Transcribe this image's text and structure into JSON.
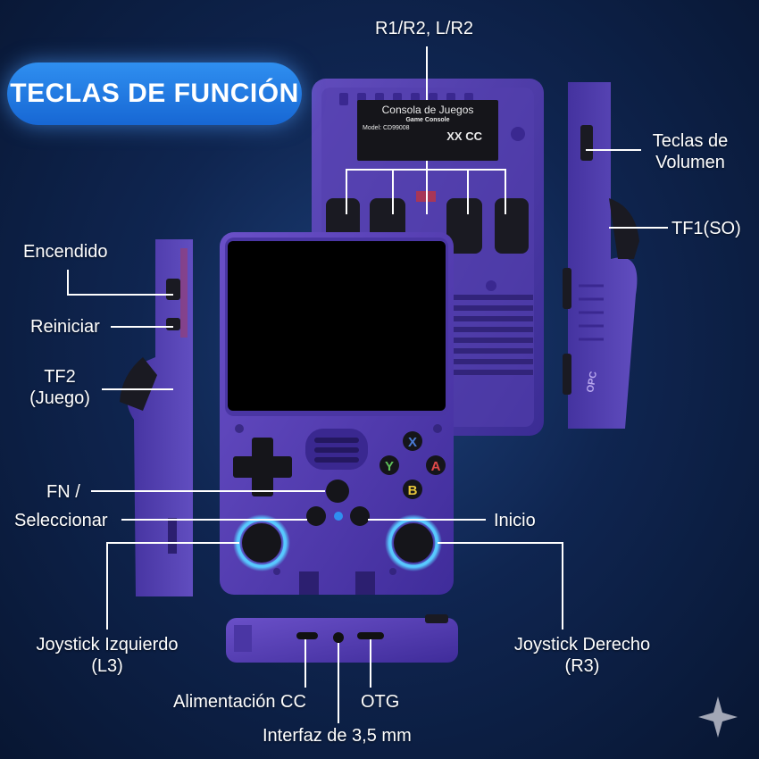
{
  "banner": {
    "title": "TECLAS DE FUNCIÓN"
  },
  "labels": {
    "top_triggers": "R1/R2, L/R2",
    "volume_line1": "Teclas de",
    "volume_line2": "Volumen",
    "tf1": "TF1(SO)",
    "power": "Encendido",
    "reset": "Reiniciar",
    "tf2_line1": "TF2",
    "tf2_line2": "(Juego)",
    "fn": "FN /",
    "select": "Seleccionar",
    "start": "Inicio",
    "left_stick_line1": "Joystick Izquierdo",
    "left_stick_line2": "(L3)",
    "right_stick_line1": "Joystick Derecho",
    "right_stick_line2": "(R3)",
    "dc_power": "Alimentación CC",
    "otg": "OTG",
    "audio_jack": "Interfaz de 3,5 mm"
  },
  "sticker": {
    "title": "Consola de Juegos",
    "subtitle": "Game Console",
    "model": "Model: CD99008",
    "mark": "XX CC"
  },
  "face_buttons": {
    "x": "X",
    "y": "Y",
    "a": "A",
    "b": "B"
  },
  "side_print": "OPC",
  "colors": {
    "background": "#0f2550",
    "shell": "#5b3fb8",
    "shell_dark": "#3a2890",
    "accent_blue": "#2f8ff0",
    "stick_glow": "#58c8ff",
    "button_x": "#4a7bd6",
    "button_y": "#5fc25a",
    "button_a": "#e04a4a",
    "button_b": "#e6c53a"
  }
}
